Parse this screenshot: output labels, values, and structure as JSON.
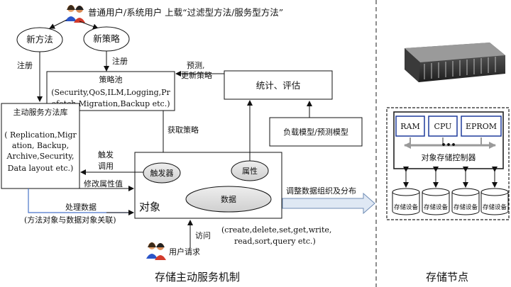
{
  "header": {
    "users_label": "普通用户/系统用户 上载“过滤型方法/服务型方法”"
  },
  "nodes": {
    "new_method": "新方法",
    "new_policy": "新策略",
    "register_left": "注册",
    "register_right": "注册",
    "policy_pool_title": "策略池",
    "policy_pool_line1": "(Security,QoS,ILM,Logging,Pr",
    "policy_pool_line2": "efetch,Migration,Backup etc.)",
    "stats_eval": "统计、评估",
    "predict_line1": "预测,",
    "predict_line2": "更新策略",
    "load_model": "负载模型/预测模型",
    "get_policy": "获取策略",
    "service_lib_title": "主动服务方法库",
    "service_lib_lines": [
      "( Replication,Migr",
      "ation, Backup,",
      "Archive,Security,",
      "Data layout etc.)"
    ],
    "trigger_call_1": "触发",
    "trigger_call_2": "调用",
    "modify_attr": "修改属性值",
    "trigger": "触发器",
    "attribute": "属性",
    "data": "数据",
    "object": "对象",
    "process_data": "处理数据",
    "method_object_link": "(方法对象与数据对象关联)",
    "adjust_data": "调整数据组织及分布",
    "access": "访问",
    "user_request": "用户请求",
    "operations_line1": "(create,delete,set,get,write,",
    "operations_line2": "read,sort,query etc.)"
  },
  "captions": {
    "left": "存储主动服务机制",
    "right": "存储节点"
  },
  "storage_node": {
    "chips": [
      "RAM",
      "CPU",
      "EPROM"
    ],
    "ellipsis": "•••",
    "controller": "对象存储控制器",
    "disks": [
      "存储设备",
      "存储设备",
      "存储设备",
      "存储设备"
    ]
  },
  "icons": {
    "users_top": "users-icon",
    "users_bottom": "users-icon",
    "server": "server-rack-icon"
  }
}
